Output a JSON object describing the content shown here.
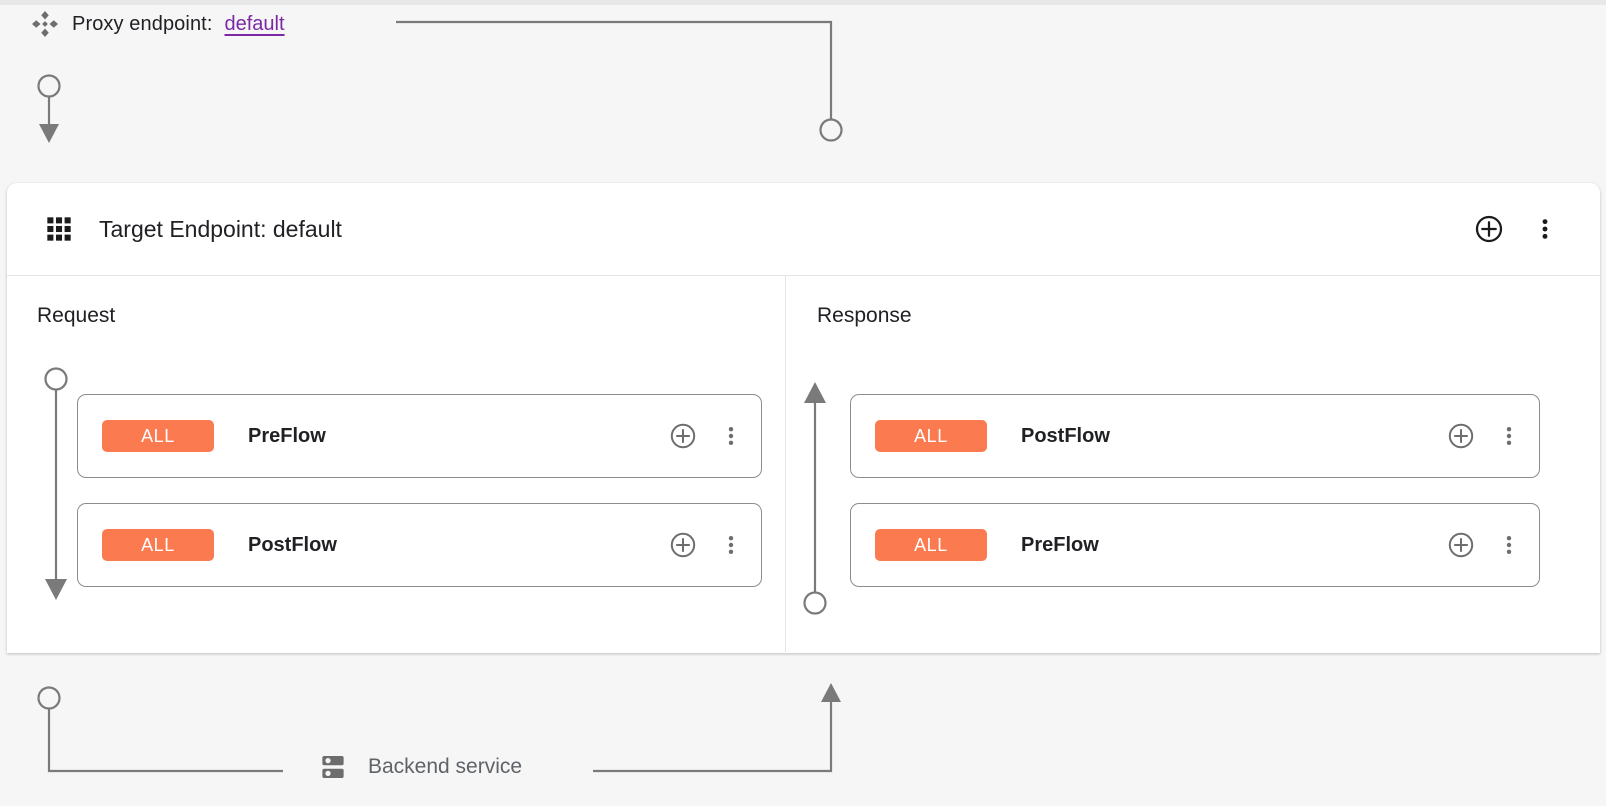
{
  "colors": {
    "background": "#f6f6f6",
    "panel": "#ffffff",
    "badge": "#fb7a50",
    "link": "#7b28a4",
    "connector": "#7a7a7a",
    "card_border": "#8d8d8d",
    "muted_text": "#5f6368",
    "primary_text": "#202124"
  },
  "proxy": {
    "icon": "proxy-endpoint-icon",
    "label": "Proxy endpoint:",
    "link_text": "default"
  },
  "panel": {
    "icon": "grid-icon",
    "title": "Target Endpoint: default",
    "actions": [
      {
        "icon": "add-circle-icon",
        "name": "add-policy-button"
      },
      {
        "icon": "more-vert-icon",
        "name": "target-endpoint-menu-button"
      }
    ]
  },
  "columns": [
    {
      "name": "request",
      "title": "Request",
      "rail": "down-arrow-rail",
      "flows": [
        {
          "badge": "ALL",
          "name": "PreFlow"
        },
        {
          "badge": "ALL",
          "name": "PostFlow"
        }
      ]
    },
    {
      "name": "response",
      "title": "Response",
      "rail": "up-arrow-rail",
      "flows": [
        {
          "badge": "ALL",
          "name": "PostFlow"
        },
        {
          "badge": "ALL",
          "name": "PreFlow"
        }
      ]
    }
  ],
  "card_actions": [
    {
      "icon": "add-circle-icon",
      "name": "add-step-button"
    },
    {
      "icon": "more-vert-icon",
      "name": "flow-menu-button"
    }
  ],
  "backend": {
    "icon": "server-icon",
    "label": "Backend service"
  }
}
